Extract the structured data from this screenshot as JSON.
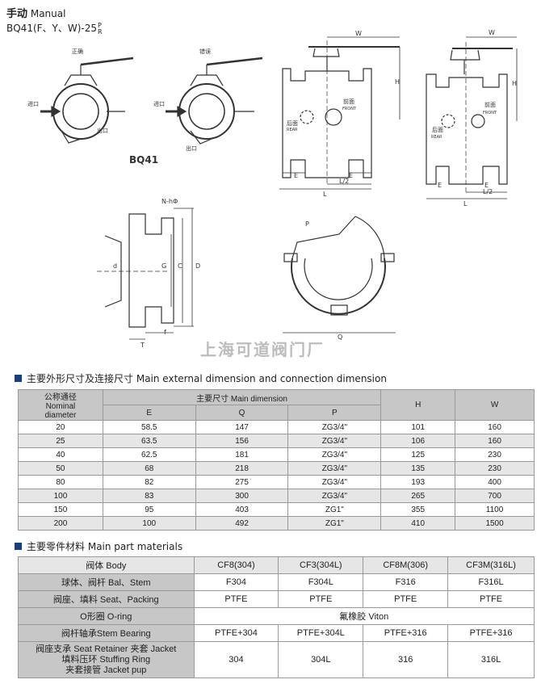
{
  "header": {
    "title_cn": "手动",
    "title_en": "Manual",
    "model": "BQ41(F、Y、W)-25",
    "model_sup": "P",
    "model_sub": "R"
  },
  "diagram": {
    "label_correct": "正确",
    "label_wrong": "错误",
    "label_inlet": "进口",
    "label_outlet": "出口",
    "label_model": "BQ41",
    "label_front_cn": "前面",
    "label_front_en": "FRONT",
    "label_rear_cn": "后面",
    "label_rear_en": "REAR",
    "dim_w": "W",
    "dim_h": "H",
    "dim_e": "E",
    "dim_l": "L",
    "dim_l2": "L/2",
    "dim_nh": "N-hΦ",
    "dim_d1": "d",
    "dim_g": "G",
    "dim_c": "C",
    "dim_d": "D",
    "dim_f": "f",
    "dim_t": "T",
    "dim_p": "P",
    "dim_q": "Q"
  },
  "watermark": "上海可道阀门厂",
  "section1": {
    "title_cn": "主要外形尺寸及连接尺寸",
    "title_en": "Main external dimension and connection dimension",
    "col_nominal_cn": "公称通径",
    "col_nominal_en1": "Nominal",
    "col_nominal_en2": "diameter",
    "col_main": "主要尺寸 Main dimension",
    "col_e": "E",
    "col_q": "Q",
    "col_p": "P",
    "col_h": "H",
    "col_w": "W",
    "rows": [
      {
        "dn": "20",
        "e": "58.5",
        "q": "147",
        "p": "ZG3/4\"",
        "h": "101",
        "w": "160"
      },
      {
        "dn": "25",
        "e": "63.5",
        "q": "156",
        "p": "ZG3/4\"",
        "h": "106",
        "w": "160"
      },
      {
        "dn": "40",
        "e": "62.5",
        "q": "181",
        "p": "ZG3/4\"",
        "h": "125",
        "w": "230"
      },
      {
        "dn": "50",
        "e": "68",
        "q": "218",
        "p": "ZG3/4\"",
        "h": "135",
        "w": "230"
      },
      {
        "dn": "80",
        "e": "82",
        "q": "275",
        "p": "ZG3/4\"",
        "h": "193",
        "w": "400"
      },
      {
        "dn": "100",
        "e": "83",
        "q": "300",
        "p": "ZG3/4\"",
        "h": "265",
        "w": "700"
      },
      {
        "dn": "150",
        "e": "95",
        "q": "403",
        "p": "ZG1\"",
        "h": "355",
        "w": "1100"
      },
      {
        "dn": "200",
        "e": "100",
        "q": "492",
        "p": "ZG1\"",
        "h": "410",
        "w": "1500"
      }
    ]
  },
  "section2": {
    "title_cn": "主要零件材料",
    "title_en": "Main part materials",
    "body": "阀体 Body",
    "c1": "CF8(304)",
    "c2": "CF3(304L)",
    "c3": "CF8M(306)",
    "c4": "CF3M(316L)",
    "ball": "球体、阀杆 Bal、Stem",
    "ball1": "F304",
    "ball2": "F304L",
    "ball3": "F316",
    "ball4": "F316L",
    "seat": "阀座、填料 Seat、Packing",
    "seat1": "PTFE",
    "seat2": "PTFE",
    "seat3": "PTFE",
    "seat4": "PTFE",
    "oring": "O形圈 O-ring",
    "oring_val": "氟橡胶 Viton",
    "stem": "阀杆轴承Stem Bearing",
    "stem1": "PTFE+304",
    "stem2": "PTFE+304L",
    "stem3": "PTFE+316",
    "stem4": "PTFE+316",
    "ret1": "阀座支承 Seat Retainer  夹套 Jacket",
    "ret2": "填料压环 Stuffing Ring",
    "ret3": "夹套接管 Jacket pup",
    "ret_v1": "304",
    "ret_v2": "304L",
    "ret_v3": "316",
    "ret_v4": "316L"
  }
}
